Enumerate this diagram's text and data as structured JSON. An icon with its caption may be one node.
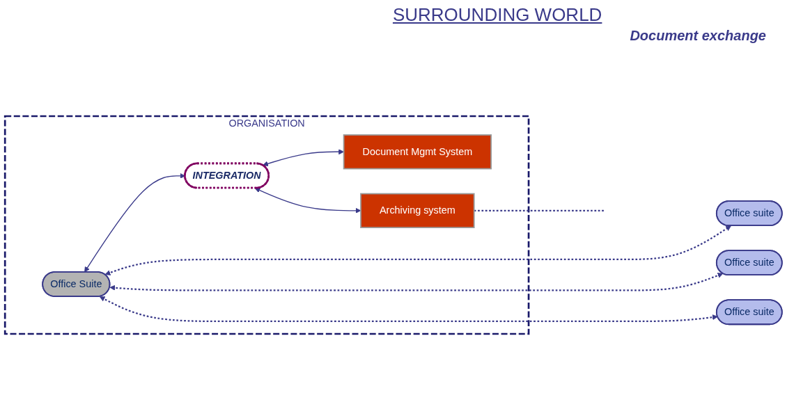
{
  "diagram": {
    "nodes": [
      {
        "text": [
          "ORGANISATION"
        ]
      },
      {
        "text": [
          "Office Suite"
        ],
        "in": 0
      },
      {
        "text": [
          "INTEGRATION"
        ],
        "in": 0
      },
      {
        "text": [
          "Document Mgmt System"
        ],
        "in": 0
      },
      {
        "text": [
          "Archiving system"
        ],
        "in": 0
      },
      {
        "text": [
          "Office suite"
        ]
      },
      {
        "text": [
          "Office suite"
        ]
      },
      {
        "text": [
          "Office suite"
        ]
      }
    ],
    "edges": [
      {
        "from": 1,
        "to": 2,
        "arrow": "both"
      },
      {
        "from": 2,
        "to": 3,
        "arrow": "both"
      },
      {
        "from": 2,
        "to": 4,
        "arrow": "both"
      },
      {
        "from": 1,
        "to": 5,
        "arrow": "both",
        "style": "dashed"
      },
      {
        "from": 1,
        "to": 6,
        "arrow": "both",
        "style": "dashed"
      },
      {
        "from": 1,
        "to": 7,
        "arrow": "both",
        "style": "dashed"
      },
      {
        "from": 4,
        "to": null,
        "arrow": "none",
        "style": "dashed"
      }
    ],
    "labels": [
      "SURROUNDING WORLD",
      "Document exchange"
    ]
  }
}
